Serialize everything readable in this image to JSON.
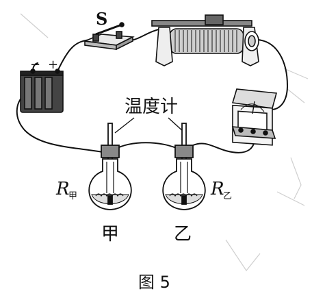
{
  "labels": {
    "switch": "S",
    "battery_minus": "−",
    "battery_plus": "+",
    "thermometer": "温度计",
    "r_left_main": "R",
    "r_left_sub": "甲",
    "r_right_main": "R",
    "r_right_sub": "乙",
    "flask_left": "甲",
    "flask_right": "乙",
    "caption": "图 5"
  }
}
